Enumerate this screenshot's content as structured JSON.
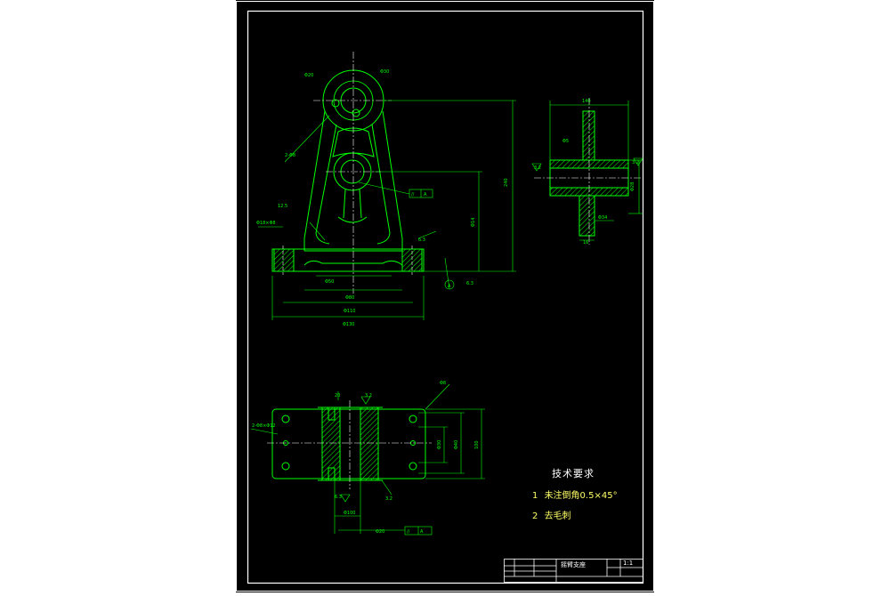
{
  "drawing": {
    "title_block": {
      "part_name": "摇臂支座",
      "scale": "1:1"
    },
    "technical_requirements": {
      "heading": "技术要求",
      "items": [
        {
          "num": "1",
          "text": "未注倒角0.5×45°"
        },
        {
          "num": "2",
          "text": "去毛刺"
        }
      ]
    },
    "colors": {
      "background": "#000000",
      "border": "#ffffff",
      "geometry": "#00ff00",
      "dimension": "#00ff00",
      "center_line": "#ffffff",
      "hatch": "#00ff00",
      "note_text": "#ffff66"
    }
  }
}
